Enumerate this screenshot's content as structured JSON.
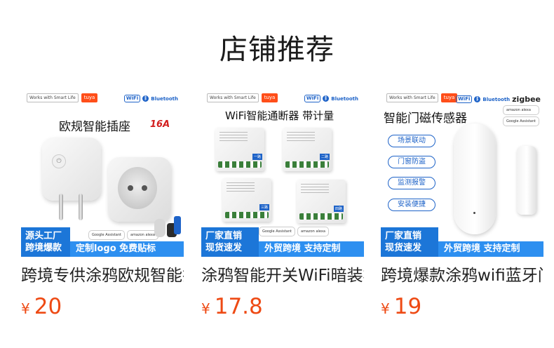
{
  "section_title": "店铺推荐",
  "currency_symbol": "¥",
  "products": [
    {
      "name": "跨境专供涂鸦欧规智能插座",
      "price": "20",
      "image": {
        "brand_logos": [
          "Works with Smart Life",
          "tuya"
        ],
        "connectivity": [
          "WiFi",
          "Bluetooth"
        ],
        "heading": "欧规智能插座",
        "badge": "16A",
        "assistants": [
          "Google Assistant",
          "amazon alexa"
        ],
        "banner_left": [
          "源头工厂",
          "跨境爆款"
        ],
        "banner_right": "定制logo 免费贴标"
      }
    },
    {
      "name": "涂鸦智能开关WiFi暗装模块",
      "price": "17.8",
      "image": {
        "brand_logos": [
          "Works with Smart Life",
          "tuya"
        ],
        "connectivity": [
          "WiFi",
          "Bluetooth"
        ],
        "heading": "WiFi智能通断器 带计量",
        "module_tags": [
          "一路",
          "二路",
          "三路",
          "四路"
        ],
        "assistants": [
          "Google Assistant",
          "amazon alexa"
        ],
        "banner_left": [
          "厂家直销",
          "现货速发"
        ],
        "banner_right": "外贸跨境 支持定制"
      }
    },
    {
      "name": "跨境爆款涂鸦wifi蓝牙门磁",
      "price": "19",
      "image": {
        "brand_logos": [
          "Works with Smart Life",
          "tuya"
        ],
        "connectivity": [
          "WiFi",
          "Bluetooth",
          "zigbee"
        ],
        "heading": "智能门磁传感器",
        "features": [
          "场景联动",
          "门窗防盗",
          "监测报警",
          "安装便捷"
        ],
        "assistants": [
          "amazon alexa",
          "Google Assistant"
        ],
        "banner_left": [
          "厂家直销",
          "现货速发"
        ],
        "banner_right": "外贸跨境 支持定制"
      }
    }
  ]
}
